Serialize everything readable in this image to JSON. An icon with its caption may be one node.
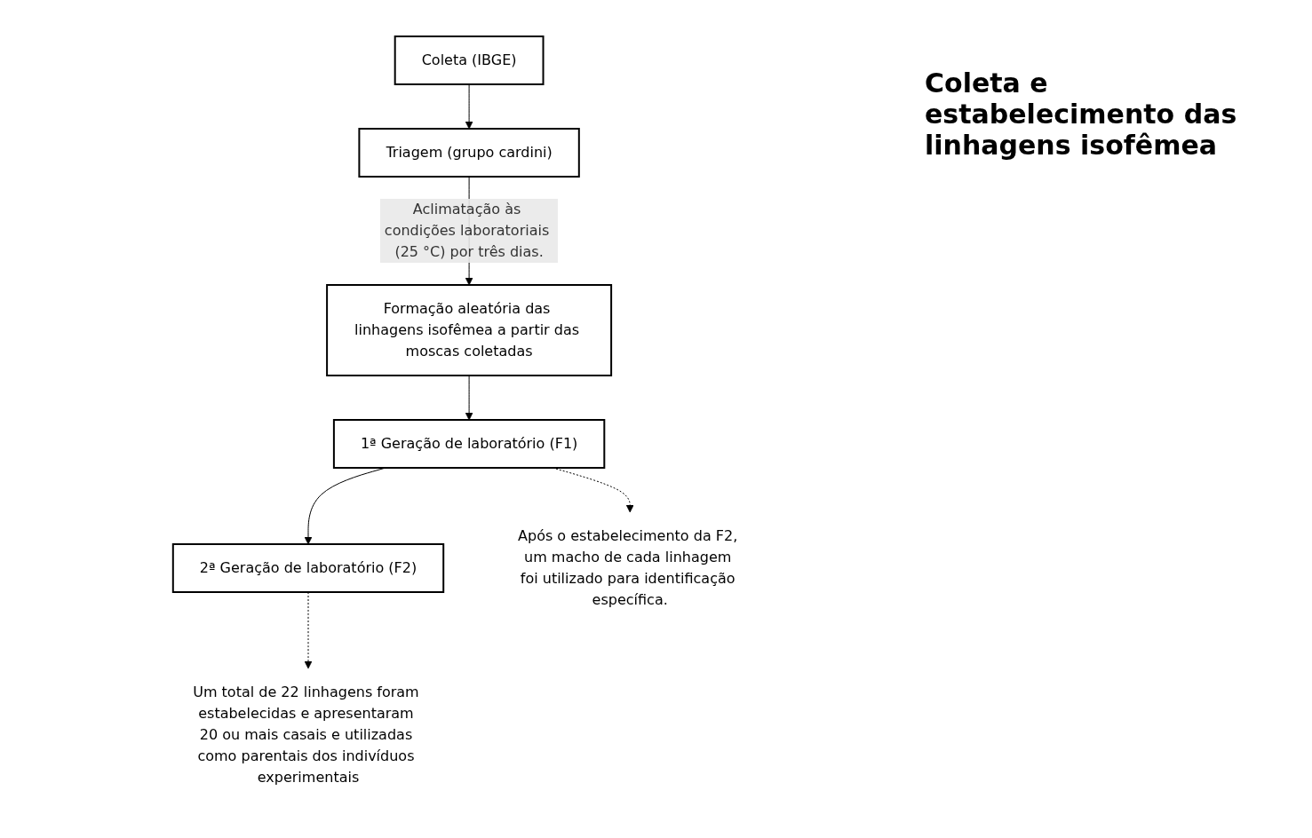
{
  "diagram": {
    "title": "Coleta e estabelecimento das linhagens isofêmea",
    "nodes": [
      {
        "text": [
          "Coleta (IBGE)"
        ]
      },
      {
        "text": [
          "Triagem (grupo cardini)"
        ]
      },
      {
        "text": [
          "Formação aleatória das linhagens isofêmea a partir das moscas coletadas"
        ]
      },
      {
        "text": [
          "1ª Geração de laboratório (F1)"
        ]
      },
      {
        "text": [
          "2ª Geração de laboratório (F2)"
        ]
      },
      {
        "text": [
          "Um total de 22 linhagens foram estabelecidas e apresentaram 20 ou mais casais e utilizadas como parentais dos indivíduos experimentais"
        ]
      },
      {
        "text": [
          "Após o estabelecimento da F2, um macho de cada linhagem foi utilizado para identificação específica."
        ]
      }
    ],
    "edges": [
      {
        "from": 0,
        "to": 1,
        "arrow": "to"
      },
      {
        "from": 1,
        "to": 2,
        "arrow": "to",
        "label": "Aclimatação às condições laboratoriais (25 °C) por três dias."
      },
      {
        "from": 2,
        "to": 3,
        "arrow": "to"
      },
      {
        "from": 3,
        "to": 4,
        "arrow": "to"
      },
      {
        "from": 4,
        "to": 5,
        "arrow": "to",
        "style": "dashed"
      },
      {
        "from": 3,
        "to": 6,
        "arrow": "to",
        "style": "dashed"
      }
    ]
  }
}
